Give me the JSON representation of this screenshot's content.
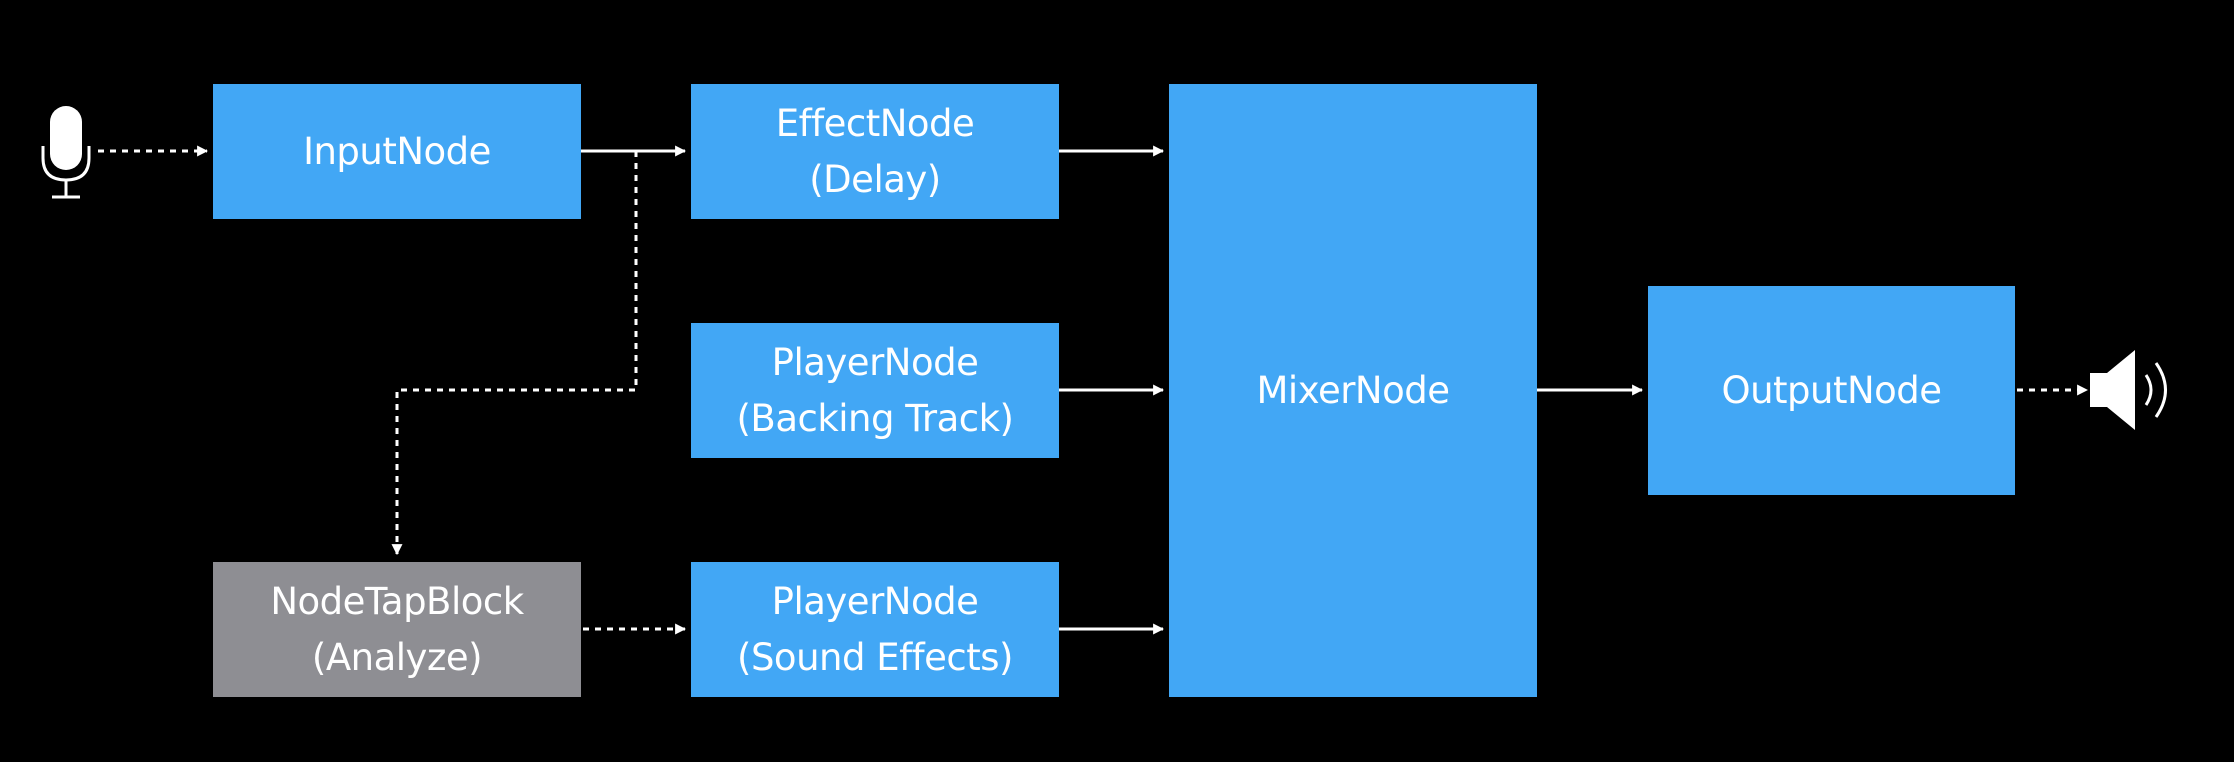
{
  "diagram": {
    "nodes": {
      "input": {
        "line1": "InputNode"
      },
      "effect": {
        "line1": "EffectNode",
        "line2": "(Delay)"
      },
      "player_backing": {
        "line1": "PlayerNode",
        "line2": "(Backing Track)"
      },
      "tap_block": {
        "line1": "NodeTapBlock",
        "line2": "(Analyze)"
      },
      "player_effects": {
        "line1": "PlayerNode",
        "line2": "(Sound Effects)"
      },
      "mixer": {
        "line1": "MixerNode"
      },
      "output": {
        "line1": "OutputNode"
      }
    },
    "icons": {
      "source": "microphone-icon",
      "sink": "speaker-icon"
    },
    "colors": {
      "background": "#000000",
      "node_blue": "#42a7f5",
      "node_gray": "#8e8e93",
      "text": "#ffffff",
      "connector": "#ffffff"
    }
  }
}
